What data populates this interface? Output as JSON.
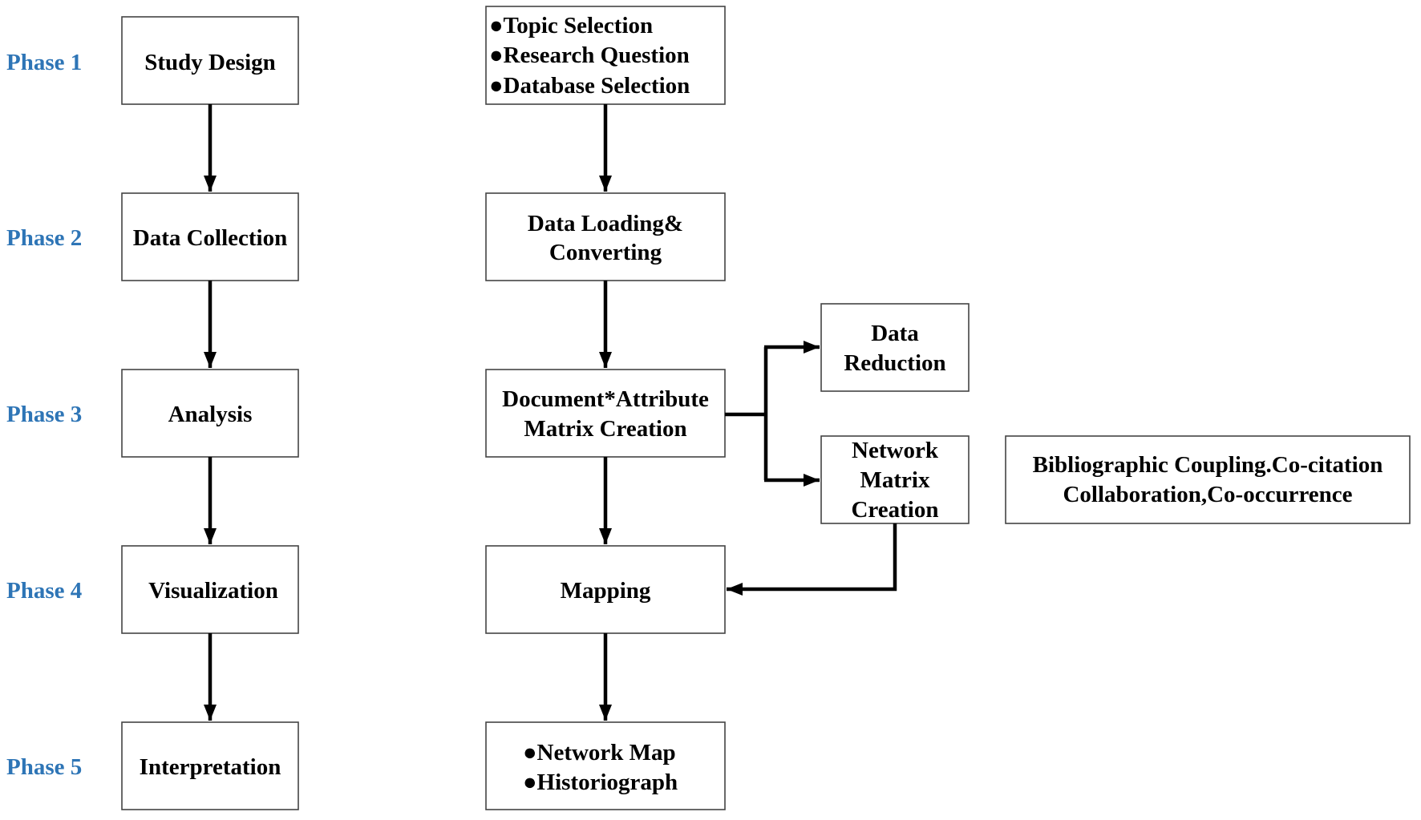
{
  "phases": [
    "Phase 1",
    "Phase 2",
    "Phase 3",
    "Phase 4",
    "Phase 5"
  ],
  "stages": [
    "Study Design",
    "Data Collection",
    "Analysis",
    "Visualization",
    "Interpretation"
  ],
  "steps": {
    "phase1_items": [
      "●Topic Selection",
      "●Research Question",
      "●Database Selection"
    ],
    "phase2_lines": [
      "Data Loading&",
      "Converting"
    ],
    "phase3_lines": [
      "Document*Attribute",
      "Matrix Creation"
    ],
    "phase4": "Mapping",
    "phase5_items": [
      "●Network Map",
      "●Historiograph"
    ]
  },
  "side": {
    "data_reduction": [
      "Data",
      "Reduction"
    ],
    "network_matrix": [
      "Network",
      "Matrix",
      "Creation"
    ],
    "network_types": [
      "Bibliographic Coupling.Co-citation",
      "Collaboration,Co-occurrence"
    ]
  },
  "colors": {
    "phase_label": "#2e75b6",
    "text": "#000000",
    "border": "#444444"
  }
}
